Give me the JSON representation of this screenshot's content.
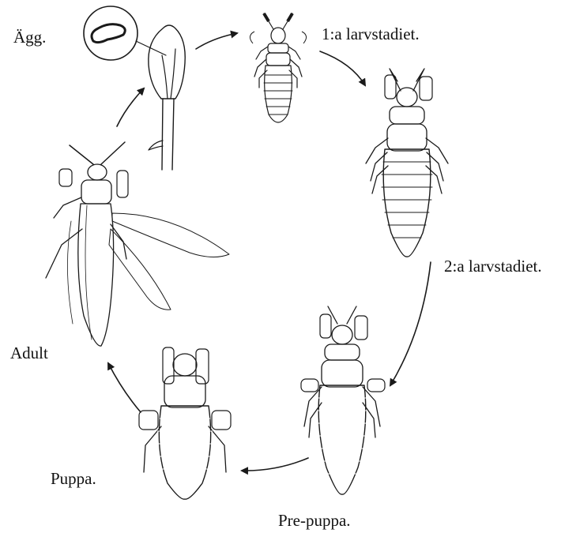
{
  "labels": {
    "egg": "Ägg.",
    "larva1": "1:a larvstadiet.",
    "larva2": "2:a larvstadiet.",
    "prepupa": "Pre-puppa.",
    "pupa": "Puppa.",
    "adult": "Adult"
  },
  "colors": {
    "ink": "#1a1a1a",
    "shade": "#2b2b2b",
    "paper": "#ffffff"
  }
}
